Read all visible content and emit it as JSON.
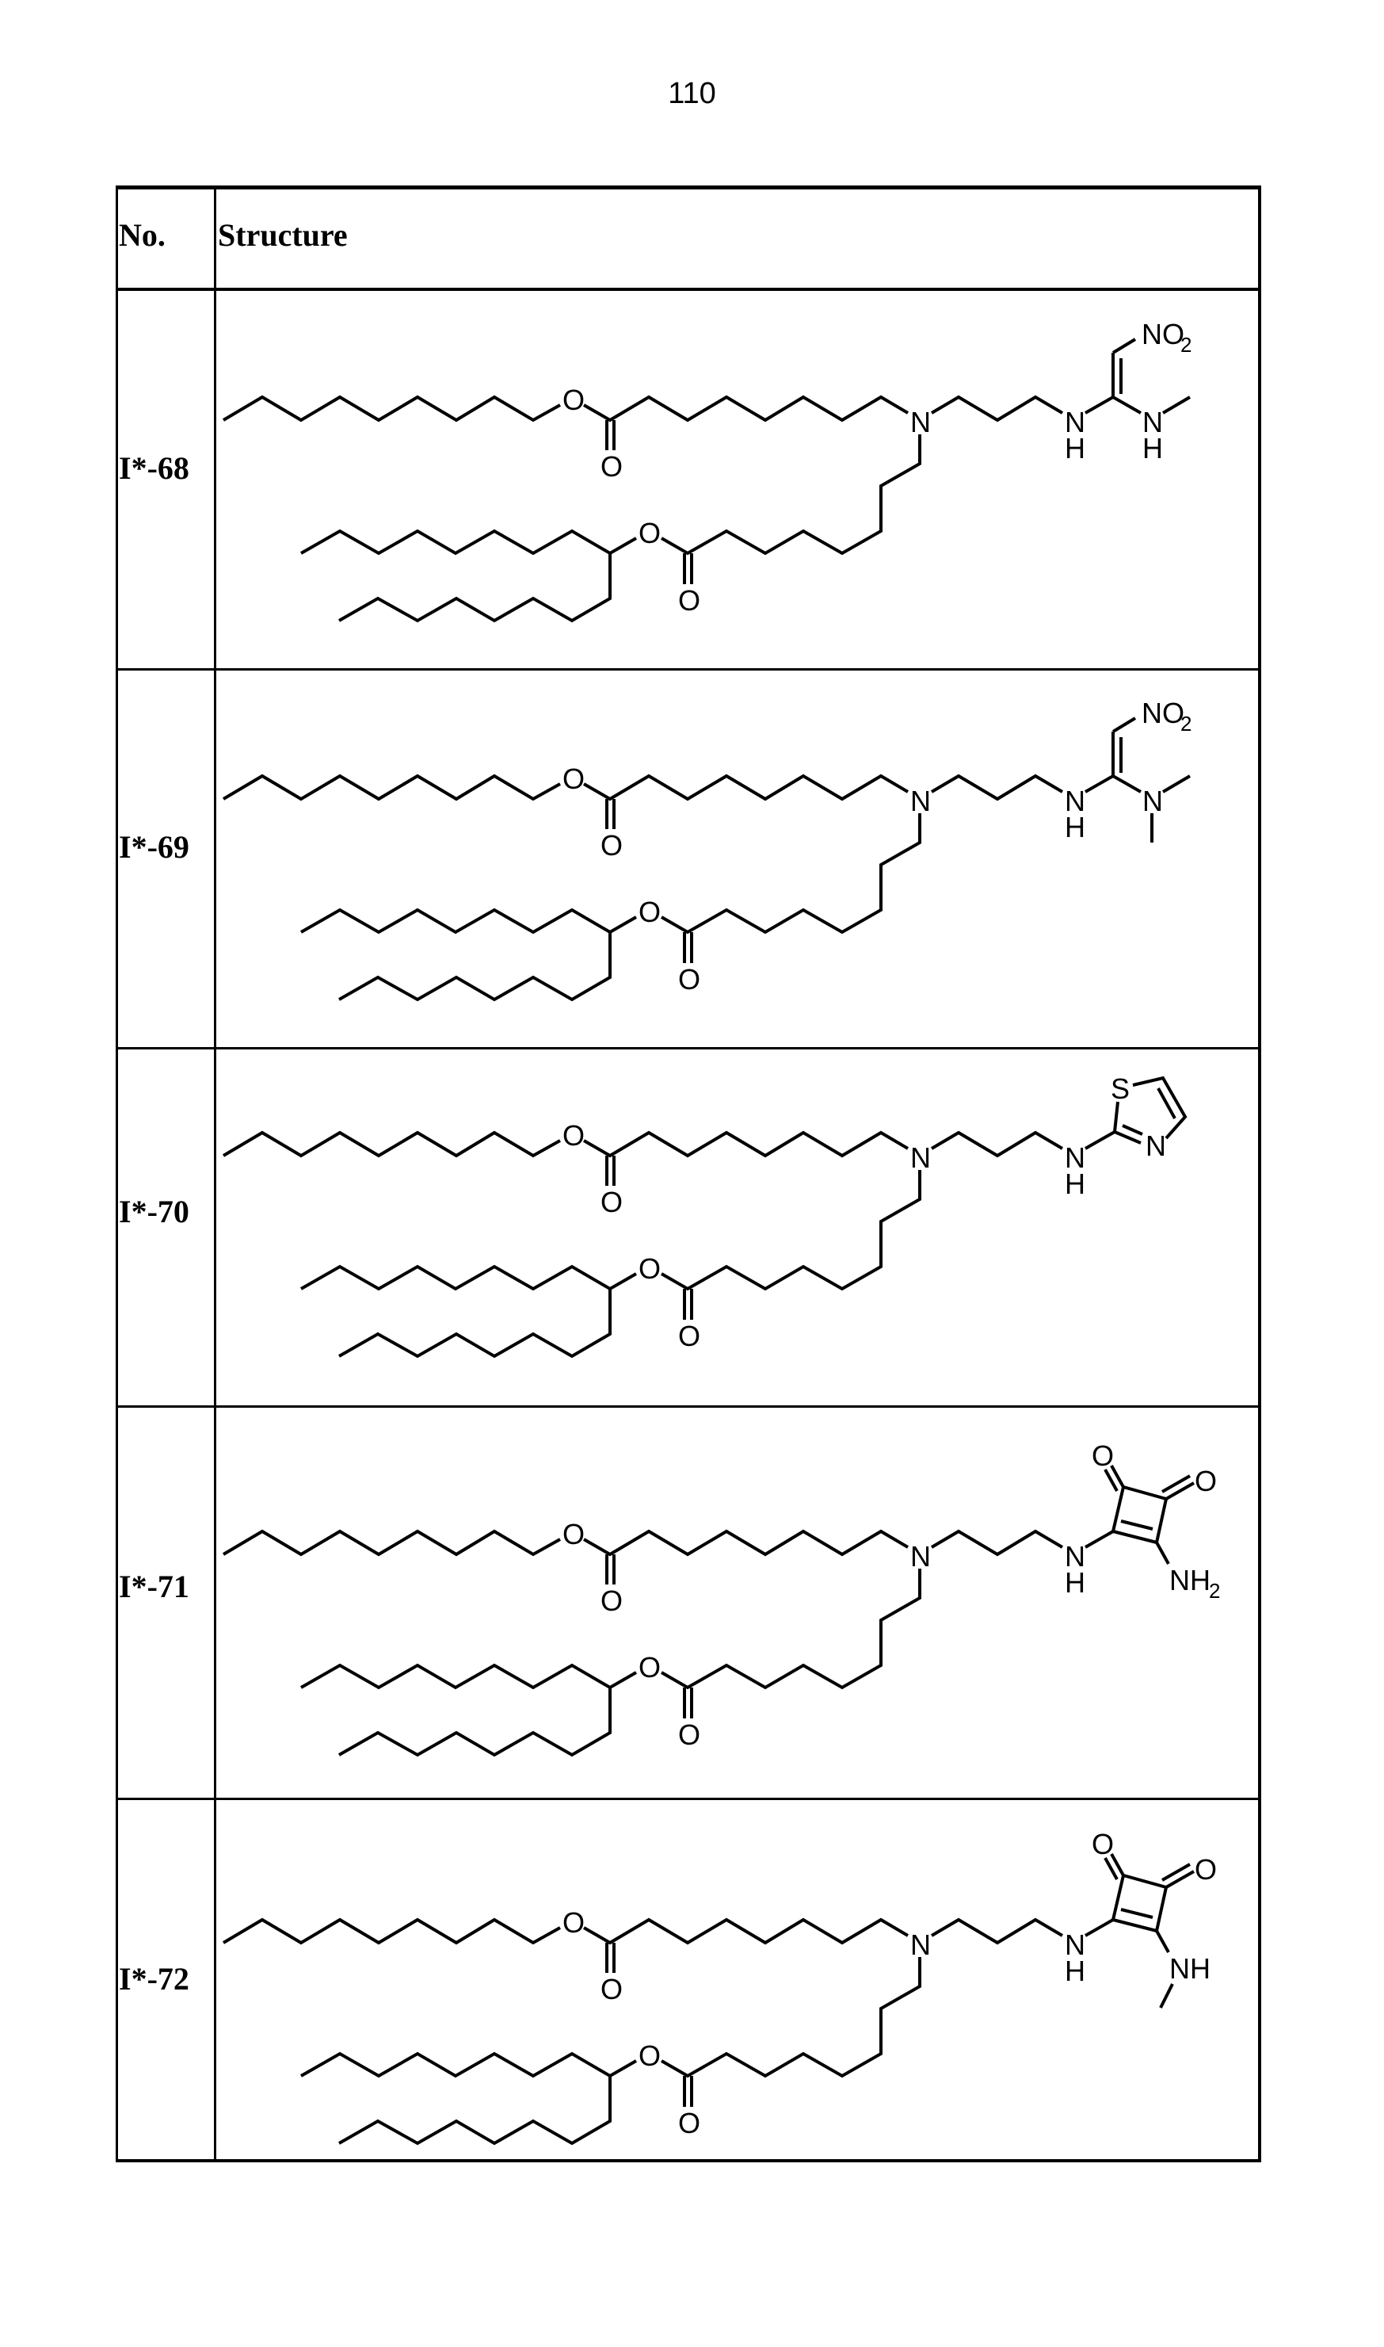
{
  "page": {
    "number": "110"
  },
  "table": {
    "headers": {
      "no": "No.",
      "structure": "Structure"
    },
    "scaffold_atoms": {
      "ester_o": "O",
      "carbonyl_o": "O",
      "amine_n": "N",
      "linker_nh_n": "N",
      "linker_nh_h": "H"
    },
    "rows": [
      {
        "id": "I*-68",
        "headgroup": "2-nitro-1-(methylamino)ethenylamino",
        "atoms": {
          "nitro": "NO",
          "nitro_sub": "2",
          "n": "N",
          "h": "H"
        }
      },
      {
        "id": "I*-69",
        "headgroup": "2-nitro-1-(dimethylamino)ethenylamino",
        "atoms": {
          "nitro": "NO",
          "nitro_sub": "2",
          "n": "N"
        }
      },
      {
        "id": "I*-70",
        "headgroup": "thiazol-2-ylamino",
        "atoms": {
          "s": "S",
          "n": "N"
        }
      },
      {
        "id": "I*-71",
        "headgroup": "2-amino-3,4-dioxocyclobut-1-enylamino",
        "atoms": {
          "o1": "O",
          "o2": "O",
          "nh2": "NH",
          "nh2_sub": "2"
        }
      },
      {
        "id": "I*-72",
        "headgroup": "2-(methylamino)-3,4-dioxocyclobut-1-enylamino",
        "atoms": {
          "o1": "O",
          "o2": "O",
          "nh": "NH"
        }
      }
    ]
  }
}
